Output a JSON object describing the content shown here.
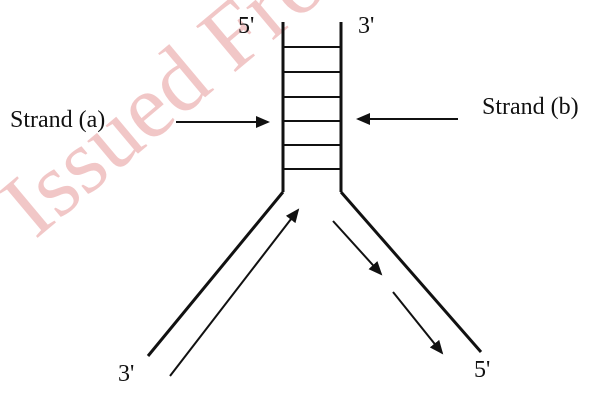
{
  "watermark": {
    "text": "Issued From",
    "color": "#e8a6a6"
  },
  "labels": {
    "top_left": "5'",
    "top_right": "3'",
    "bottom_left": "3'",
    "bottom_right": "5'",
    "strand_a": "Strand (a)",
    "strand_b": "Strand (b)"
  },
  "colors": {
    "ink": "#111111"
  },
  "rungs": {
    "count": 6
  },
  "arrows": {
    "strand_a": "points-right",
    "strand_b": "points-left",
    "left_arm": "points-up-toward-fork",
    "right_arm": "two-segments-pointing-down-away-from-fork"
  }
}
